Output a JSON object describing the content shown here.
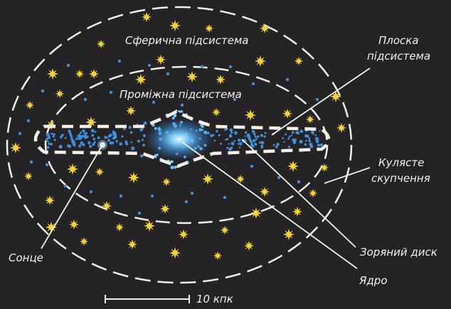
{
  "labels": {
    "spherical": "Сферична підсистема",
    "intermediate": "Проміжна підсистема",
    "flat_line1": "Плоска",
    "flat_line2": "підсистема",
    "globular_line1": "Кулясте",
    "globular_line2": "скупчення",
    "sun": "Сонце",
    "star_disk": "Зоряний диск",
    "nucleus": "Ядро",
    "scale": "10 кпк"
  },
  "colors": {
    "background": "#252325",
    "lines": "#f4f0e6",
    "star": "#f5d43a",
    "disk_star": "#3f8fdc",
    "nucleus": "#6fc8ff"
  }
}
